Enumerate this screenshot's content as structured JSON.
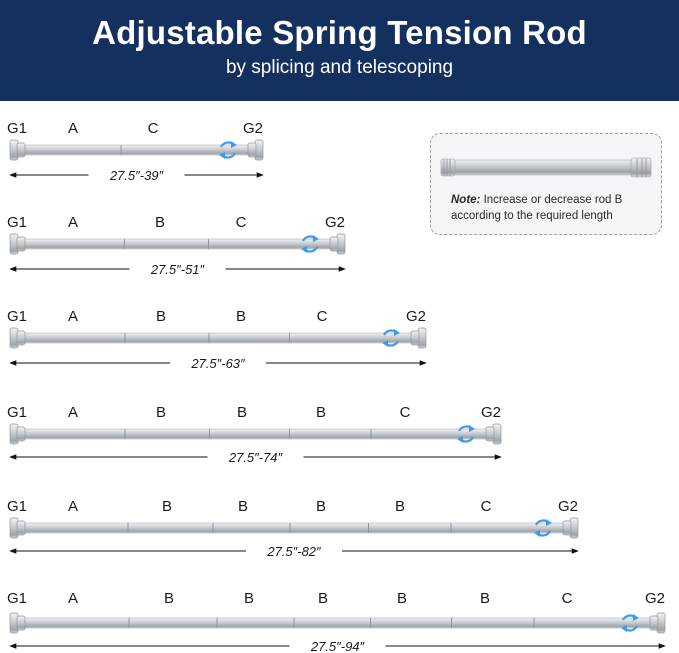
{
  "header": {
    "title": "Adjustable Spring Tension Rod",
    "subtitle": "by splicing and telescoping"
  },
  "note": {
    "label": "Note:",
    "text": "Increase or decrease rod B according to the required length"
  },
  "colors": {
    "banner": "#14305e",
    "rod": "#c7cacd",
    "spring_icon": "#3d9be9",
    "text": "#1a1a1a"
  },
  "rods": [
    {
      "labels": [
        "G1",
        "A",
        "C",
        "G2"
      ],
      "range": "27.5″-39″"
    },
    {
      "labels": [
        "G1",
        "A",
        "B",
        "C",
        "G2"
      ],
      "range": "27.5″-51″"
    },
    {
      "labels": [
        "G1",
        "A",
        "B",
        "B",
        "C",
        "G2"
      ],
      "range": "27.5″-63″"
    },
    {
      "labels": [
        "G1",
        "A",
        "B",
        "B",
        "B",
        "C",
        "G2"
      ],
      "range": "27.5″-74″"
    },
    {
      "labels": [
        "G1",
        "A",
        "B",
        "B",
        "B",
        "B",
        "C",
        "G2"
      ],
      "range": "27.5″-82″"
    },
    {
      "labels": [
        "G1",
        "A",
        "B",
        "B",
        "B",
        "B",
        "B",
        "C",
        "G2"
      ],
      "range": "27.5″-94″"
    }
  ]
}
